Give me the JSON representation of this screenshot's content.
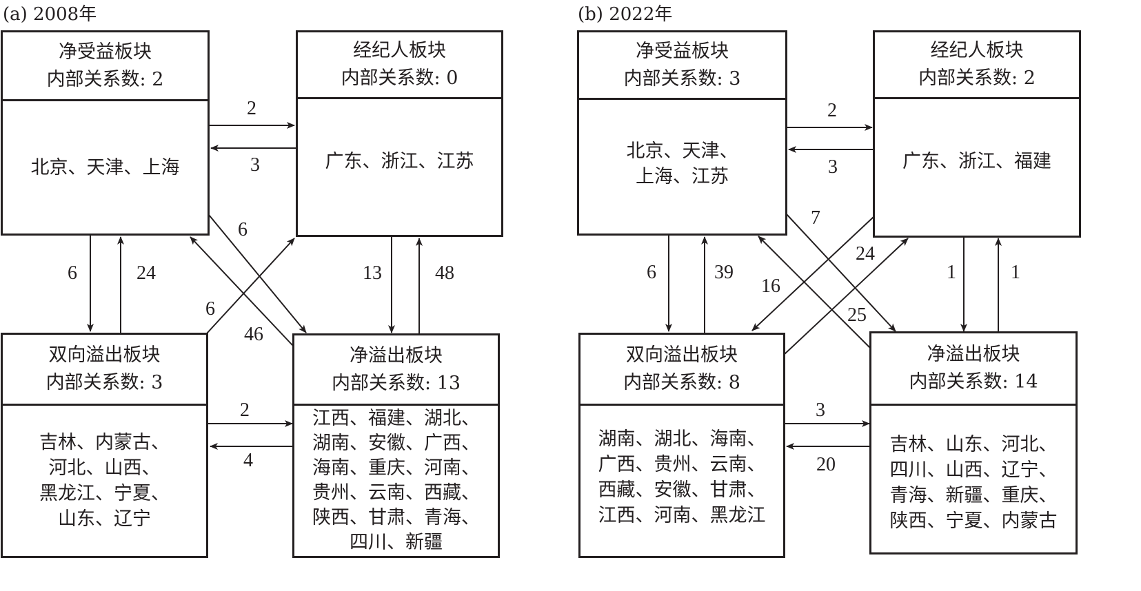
{
  "panels": [
    {
      "title": "(a) 2008年",
      "blocks": {
        "benefit": {
          "name": "净受益板块",
          "internal": "内部关系数: 2",
          "members": [
            "北京、天津、上海"
          ]
        },
        "broker": {
          "name": "经纪人板块",
          "internal": "内部关系数: 0",
          "members": [
            "广东、浙江、江苏"
          ]
        },
        "bidirectional": {
          "name": "双向溢出板块",
          "internal": "内部关系数: 3",
          "members": [
            "吉林、内蒙古、",
            "河北、山西、",
            "黑龙江、宁夏、",
            "山东、辽宁"
          ]
        },
        "spillover": {
          "name": "净溢出板块",
          "internal": "内部关系数: 13",
          "members": [
            "江西、福建、湖北、",
            "湖南、安徽、广西、",
            "海南、重庆、河南、",
            "贵州、云南、西藏、",
            "陕西、甘肃、青海、",
            "四川、新疆"
          ]
        }
      },
      "links": [
        "2",
        "3",
        "6",
        "24",
        "6",
        "46",
        "6",
        "13",
        "48",
        "2",
        "4"
      ]
    },
    {
      "title": "(b) 2022年",
      "blocks": {
        "benefit": {
          "name": "净受益板块",
          "internal": "内部关系数: 3",
          "members": [
            "北京、天津、",
            "上海、江苏"
          ]
        },
        "broker": {
          "name": "经纪人板块",
          "internal": "内部关系数: 2",
          "members": [
            "广东、浙江、福建"
          ]
        },
        "bidirectional": {
          "name": "双向溢出板块",
          "internal": "内部关系数: 8",
          "members": [
            "湖南、湖北、海南、",
            "广西、贵州、云南、",
            "西藏、安徽、甘肃、",
            "江西、河南、黑龙江"
          ]
        },
        "spillover": {
          "name": "净溢出板块",
          "internal": "内部关系数: 14",
          "members": [
            "吉林、山东、河北、",
            "四川、山西、辽宁、",
            "青海、新疆、重庆、",
            "陕西、宁夏、内蒙古"
          ]
        }
      },
      "links": [
        "2",
        "3",
        "6",
        "39",
        "7",
        "25",
        "24",
        "16",
        "1",
        "1",
        "3",
        "20"
      ]
    }
  ]
}
